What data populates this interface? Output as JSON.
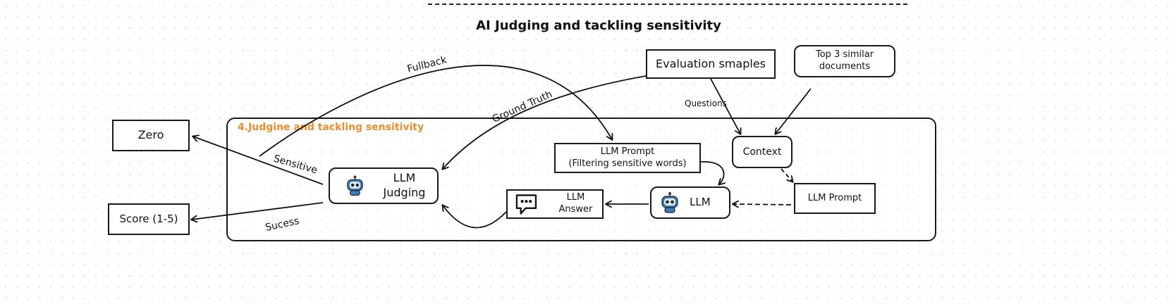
{
  "title": "AI Judging and tackling sensitivity",
  "section_title": "4.Judgine and tackling sensitivity",
  "nodes": {
    "evaluation_samples": "Evaluation smaples",
    "top3_docs_line1": "Top 3 similar",
    "top3_docs_line2": "documents",
    "context": "Context",
    "llm_prompt_filter_line1": "LLM Prompt",
    "llm_prompt_filter_line2": "(Filtering sensitive words)",
    "llm_prompt": "LLM Prompt",
    "llm": "LLM",
    "llm_answer": "LLM Answer",
    "llm_judging": "LLM Judging",
    "zero": "Zero",
    "score": "Score (1-5)"
  },
  "edge_labels": {
    "fullback": "Fullback",
    "ground_truth": "Ground Truth",
    "questions": "Questions",
    "sensitive": "Sensitive",
    "success": "Sucess"
  },
  "icons": {
    "robot": "robot-icon",
    "speech": "speech-bubble-icon"
  },
  "colors": {
    "section_title": "#f28c28",
    "robot_primary": "#3a7bbd"
  }
}
